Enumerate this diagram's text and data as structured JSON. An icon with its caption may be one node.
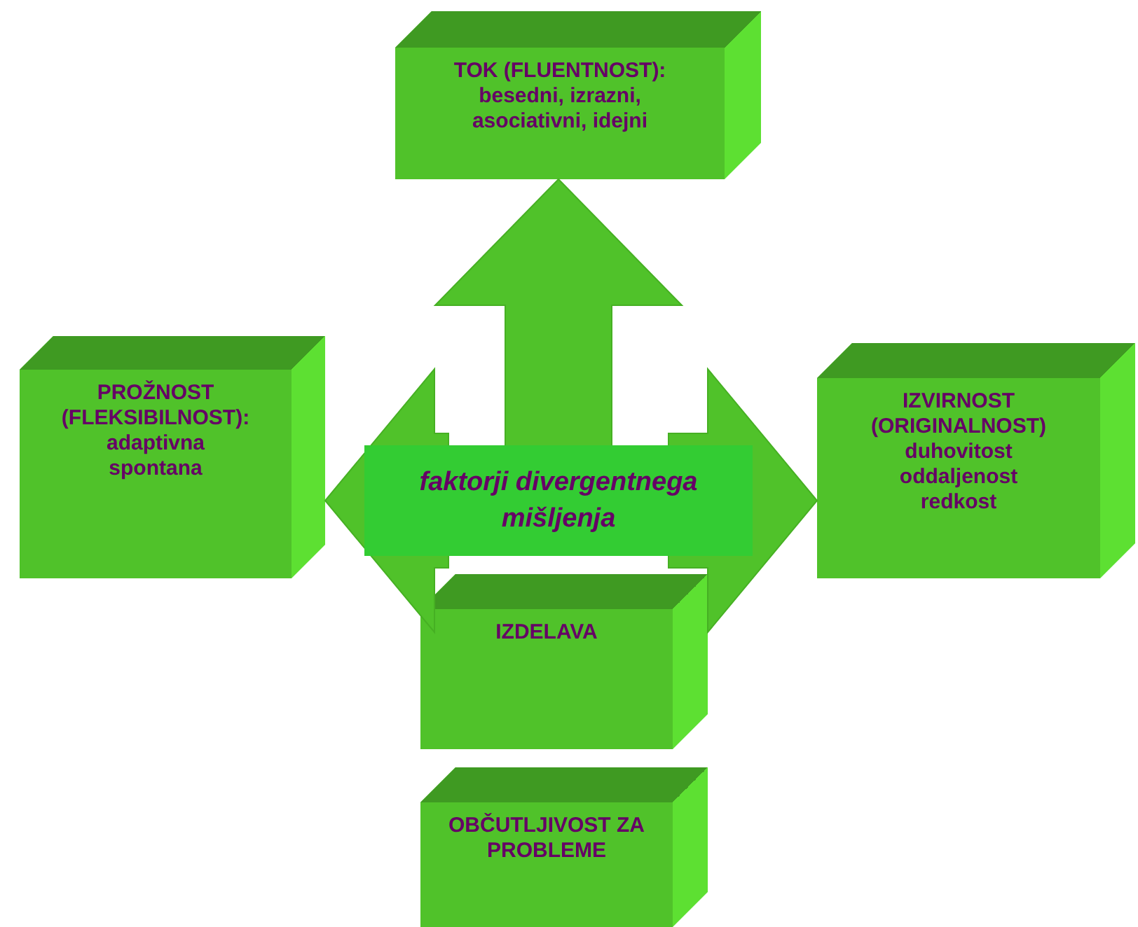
{
  "diagram": {
    "nodes": [
      {
        "text": [
          "faktorji divergentnega mišljenja"
        ]
      },
      {
        "text": [
          "TOK (FLUENTNOST):",
          "besedni, izrazni, asociativni, idejni"
        ]
      },
      {
        "text": [
          "PROŽNOST (FLEKSIBILNOST):",
          "adaptivna",
          "spontana"
        ]
      },
      {
        "text": [
          "IZVIRNOST (ORIGINALNOST)",
          "duhovitost",
          "oddaljenost",
          "redkost"
        ]
      },
      {
        "text": [
          "IZDELAVA"
        ]
      },
      {
        "text": [
          "OBČUTLJIVOST ZA PROBLEME"
        ]
      }
    ],
    "edges": [
      {
        "from": 0,
        "to": 1,
        "arrow": "to",
        "style": "thick"
      },
      {
        "from": 0,
        "to": 2,
        "arrow": "to",
        "style": "thick"
      },
      {
        "from": 0,
        "to": 3,
        "arrow": "to",
        "style": "thick"
      }
    ]
  }
}
